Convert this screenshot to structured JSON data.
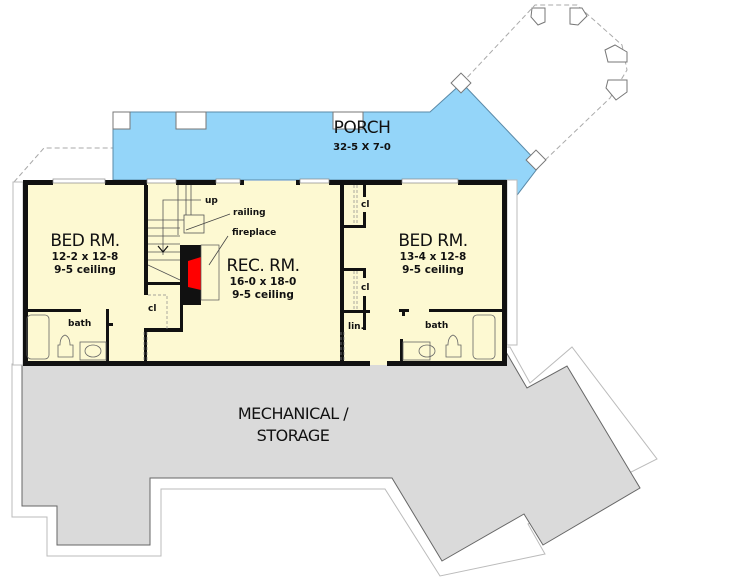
{
  "plan": {
    "colors": {
      "porch": "#94d5f9",
      "rooms": "#fdf9d2",
      "mechanical": "#dadada",
      "walls": "#111111",
      "fireplace": "#ff0000"
    },
    "rooms": [
      {
        "id": "porch",
        "name": "PORCH",
        "dims": "32-5 X 7-0"
      },
      {
        "id": "bed-left",
        "name": "BED RM.",
        "dims": "12-2 x 12-8",
        "ceiling": "9-5 ceiling"
      },
      {
        "id": "rec",
        "name": "REC. RM.",
        "dims": "16-0 x 18-0",
        "ceiling": "9-5 ceiling"
      },
      {
        "id": "bed-right",
        "name": "BED RM.",
        "dims": "13-4 x 12-8",
        "ceiling": "9-5 ceiling"
      },
      {
        "id": "mechanical",
        "name_line1": "MECHANICAL /",
        "name_line2": "STORAGE"
      }
    ],
    "annotations": {
      "up": "up",
      "railing": "railing",
      "fireplace": "fireplace",
      "closet": "cl",
      "linen": "lin.",
      "bath": "bath"
    }
  }
}
